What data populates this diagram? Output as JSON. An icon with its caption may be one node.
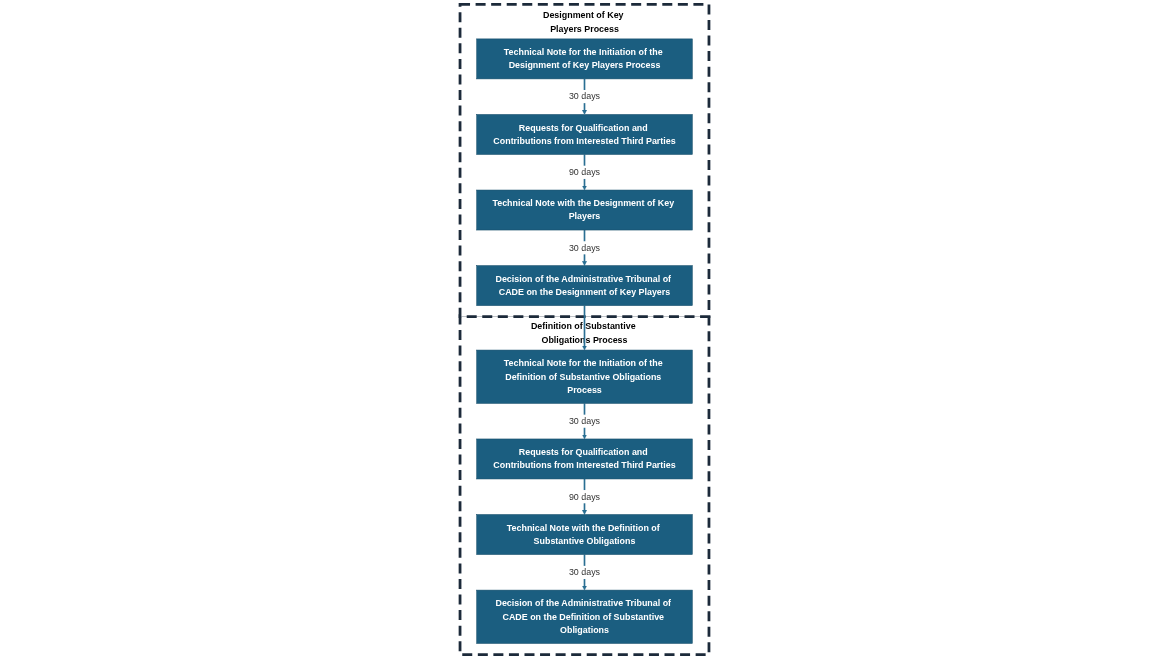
{
  "diagram": {
    "nodes": [
      {
        "text": [
          "Designment of Key Players Process"
        ]
      },
      {
        "text": [
          "Technical Note for the Initiation of the Designment of Key Players Process"
        ],
        "in": 0
      },
      {
        "text": [
          "Requests for Qualification and Contributions from Interested Third Parties"
        ],
        "in": 0
      },
      {
        "text": [
          "Technical Note with the Designment of Key Players"
        ],
        "in": 0
      },
      {
        "text": [
          "Decision of the Administrative Tribunal of CADE on the Designment of Key Players"
        ],
        "in": 0
      },
      {
        "text": [
          "Definition of Substantive Obligations Process"
        ]
      },
      {
        "text": [
          "Technical Note for the Initiation of the Definition of Substantive Obligations Process"
        ],
        "in": 5
      },
      {
        "text": [
          "Requests for Qualification and Contributions from Interested Third Parties"
        ],
        "in": 5
      },
      {
        "text": [
          "Technical Note with the Definition of Substantive Obligations"
        ],
        "in": 5
      },
      {
        "text": [
          "Decision of the Administrative Tribunal of CADE on the Definition of Substantive Obligations"
        ],
        "in": 5
      }
    ],
    "edges": [
      {
        "from": 1,
        "to": 2,
        "arrow": "to",
        "label": "30 days"
      },
      {
        "from": 2,
        "to": 3,
        "arrow": "to",
        "label": "90 days"
      },
      {
        "from": 3,
        "to": 4,
        "arrow": "to",
        "label": "30 days"
      },
      {
        "from": 4,
        "to": 6,
        "arrow": "to"
      },
      {
        "from": 6,
        "to": 7,
        "arrow": "to",
        "label": "30 days"
      },
      {
        "from": 7,
        "to": 8,
        "arrow": "to",
        "label": "90 days"
      },
      {
        "from": 8,
        "to": 9,
        "arrow": "to",
        "label": "30 days"
      }
    ]
  }
}
